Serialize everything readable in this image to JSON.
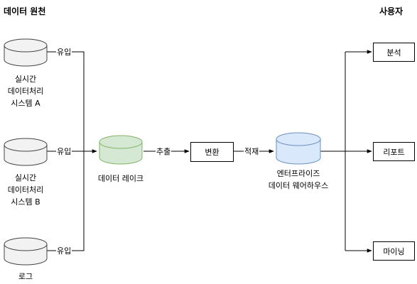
{
  "headers": {
    "sources": "데이터 원천",
    "users": "사용자"
  },
  "sources": [
    {
      "line1": "실시간",
      "line2": "데이터처리",
      "line3": "시스템 A",
      "edge": "유입"
    },
    {
      "line1": "실시간",
      "line2": "데이터처리",
      "line3": "시스템 B",
      "edge": "유입"
    },
    {
      "line1": "로그",
      "edge": "유입"
    }
  ],
  "lake": {
    "label": "데이터 레이크",
    "edge": "추출",
    "color": "#d5e8d4",
    "stroke": "#82b366"
  },
  "transform": {
    "label": "변환",
    "edge": "적재"
  },
  "warehouse": {
    "line1": "엔터프라이즈",
    "line2": "데이터 웨어하우스",
    "color": "#dae8fc",
    "stroke": "#6c8ebf"
  },
  "consumers": [
    {
      "label": "분석"
    },
    {
      "label": "리포트"
    },
    {
      "label": "마이닝"
    }
  ]
}
